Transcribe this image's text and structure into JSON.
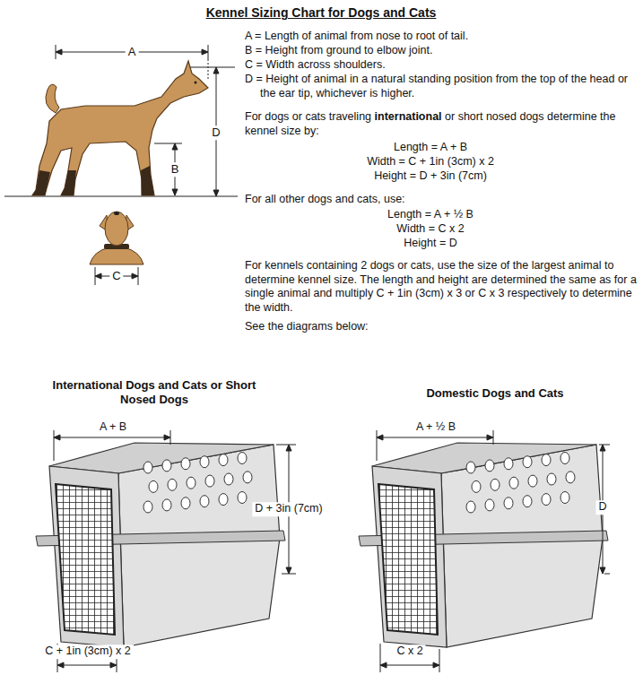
{
  "diagram": {
    "title": "Kennel Sizing Chart for Dogs and Cats",
    "labels": [
      "A",
      "D",
      "B",
      "C",
      "A = Length of animal from nose to root of tail.",
      "B = Height from ground to elbow joint.",
      "C = Width across shoulders.",
      "D = Height of animal in a natural standing position from the top of the head or the ear tip, whichever is higher.",
      "For dogs or cats traveling",
      "international",
      "or short nosed dogs determine the kennel size by:",
      "Length = A + B",
      "Width = C + 1in (3cm) x 2",
      "Height = D + 3in (7cm)",
      "For all other dogs and cats, use:",
      "Length = A + ½ B",
      "Width = C x 2",
      "Height = D",
      "For kennels containing 2 dogs or cats, use the size of the largest animal to determine kennel size. The length and height are determined the same as for a single animal and multiply C + 1in (3cm) x 3 or C x 3 respectively to determine the width.",
      "See the diagrams below:",
      "International Dogs and Cats or Short Nosed Dogs",
      "Domestic Dogs and Cats",
      "A + B",
      "D + 3in (7cm)",
      "C + 1in (3cm) x 2",
      "A + ½ B",
      "D",
      "C x 2"
    ]
  }
}
